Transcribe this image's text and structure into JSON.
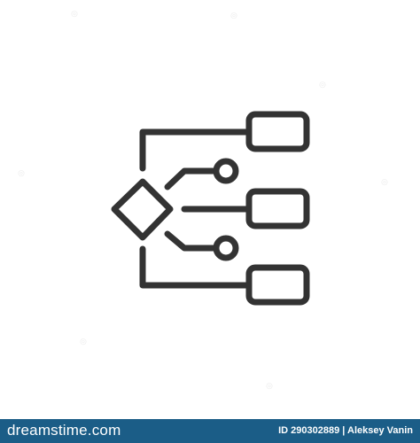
{
  "colors": {
    "stroke": "#333333",
    "background": "#ffffff",
    "footer_bg": "#1b5d87",
    "footer_text": "#ffffff"
  },
  "icon": {
    "name": "flowchart-icon"
  },
  "footer": {
    "logo_text": "dreamstime.com",
    "image_id": "ID 290302889",
    "author": "Aleksey Vanin"
  }
}
